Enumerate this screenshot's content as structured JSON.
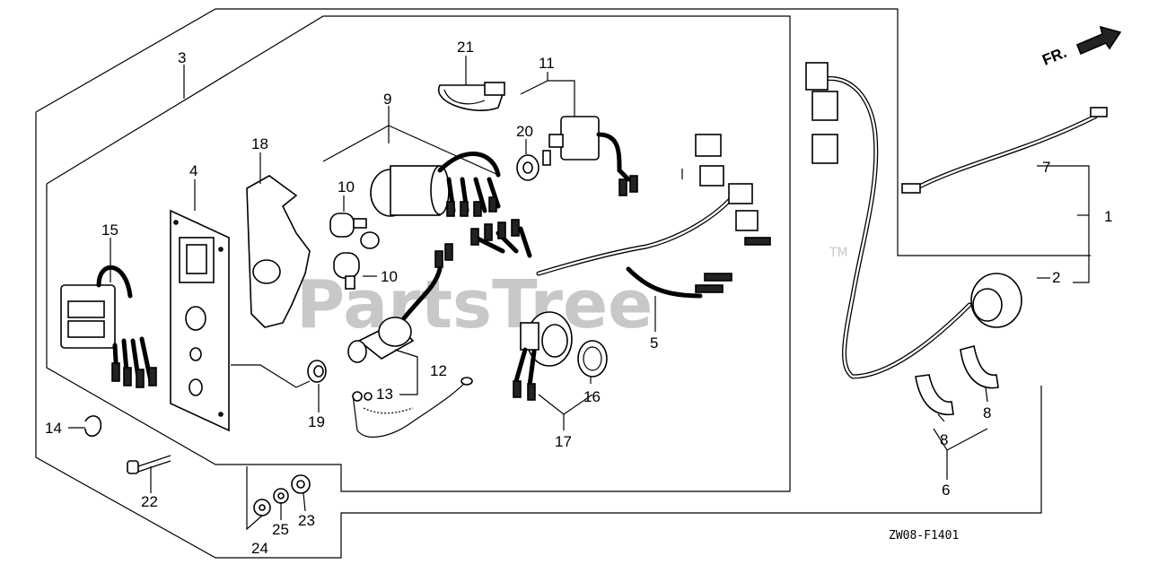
{
  "diagram": {
    "code": "ZW08-F1401",
    "orientation_label": "FR.",
    "watermark": "PartsTree",
    "trademark": "TM",
    "callouts": [
      "1",
      "2",
      "3",
      "4",
      "5",
      "6",
      "7",
      "8",
      "8",
      "9",
      "10",
      "10",
      "11",
      "12",
      "13",
      "14",
      "15",
      "16",
      "17",
      "18",
      "19",
      "20",
      "21",
      "22",
      "23",
      "24",
      "25"
    ]
  }
}
